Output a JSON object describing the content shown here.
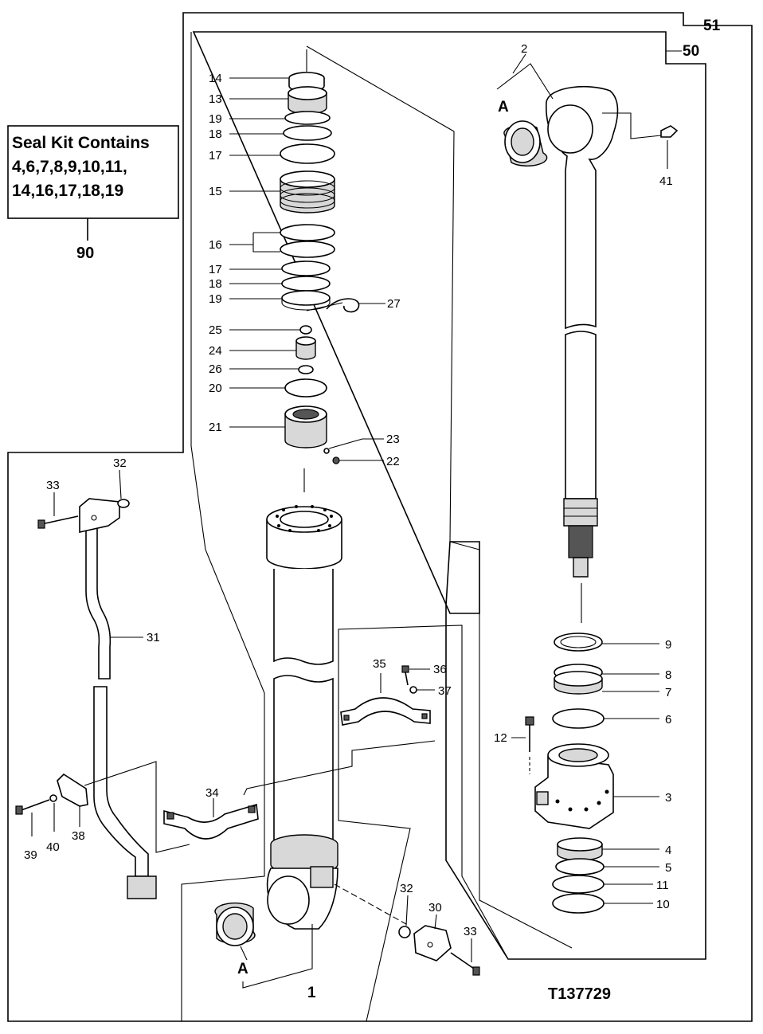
{
  "figure_id": "T137729",
  "seal_kit": {
    "title": "Seal Kit Contains",
    "line1": "4,6,7,8,9,10,11,",
    "line2": "14,16,17,18,19",
    "callout": "90"
  },
  "labels": {
    "p1": "1",
    "p2": "2",
    "p3": "3",
    "p4": "4",
    "p5": "5",
    "p6": "6",
    "p7": "7",
    "p8": "8",
    "p9": "9",
    "p10": "10",
    "p11": "11",
    "p12": "12",
    "p13": "13",
    "p14": "14",
    "p15": "15",
    "p16": "16",
    "p17a": "17",
    "p17b": "17",
    "p18a": "18",
    "p18b": "18",
    "p19a": "19",
    "p19b": "19",
    "p20": "20",
    "p21": "21",
    "p22": "22",
    "p23": "23",
    "p24": "24",
    "p25": "25",
    "p26": "26",
    "p27": "27",
    "p30": "30",
    "p31": "31",
    "p32a": "32",
    "p32b": "32",
    "p33a": "33",
    "p33b": "33",
    "p34": "34",
    "p35": "35",
    "p36": "36",
    "p37": "37",
    "p38": "38",
    "p39": "39",
    "p40": "40",
    "p41": "41",
    "p50": "50",
    "p51": "51",
    "refA1": "A",
    "refA2": "A"
  }
}
